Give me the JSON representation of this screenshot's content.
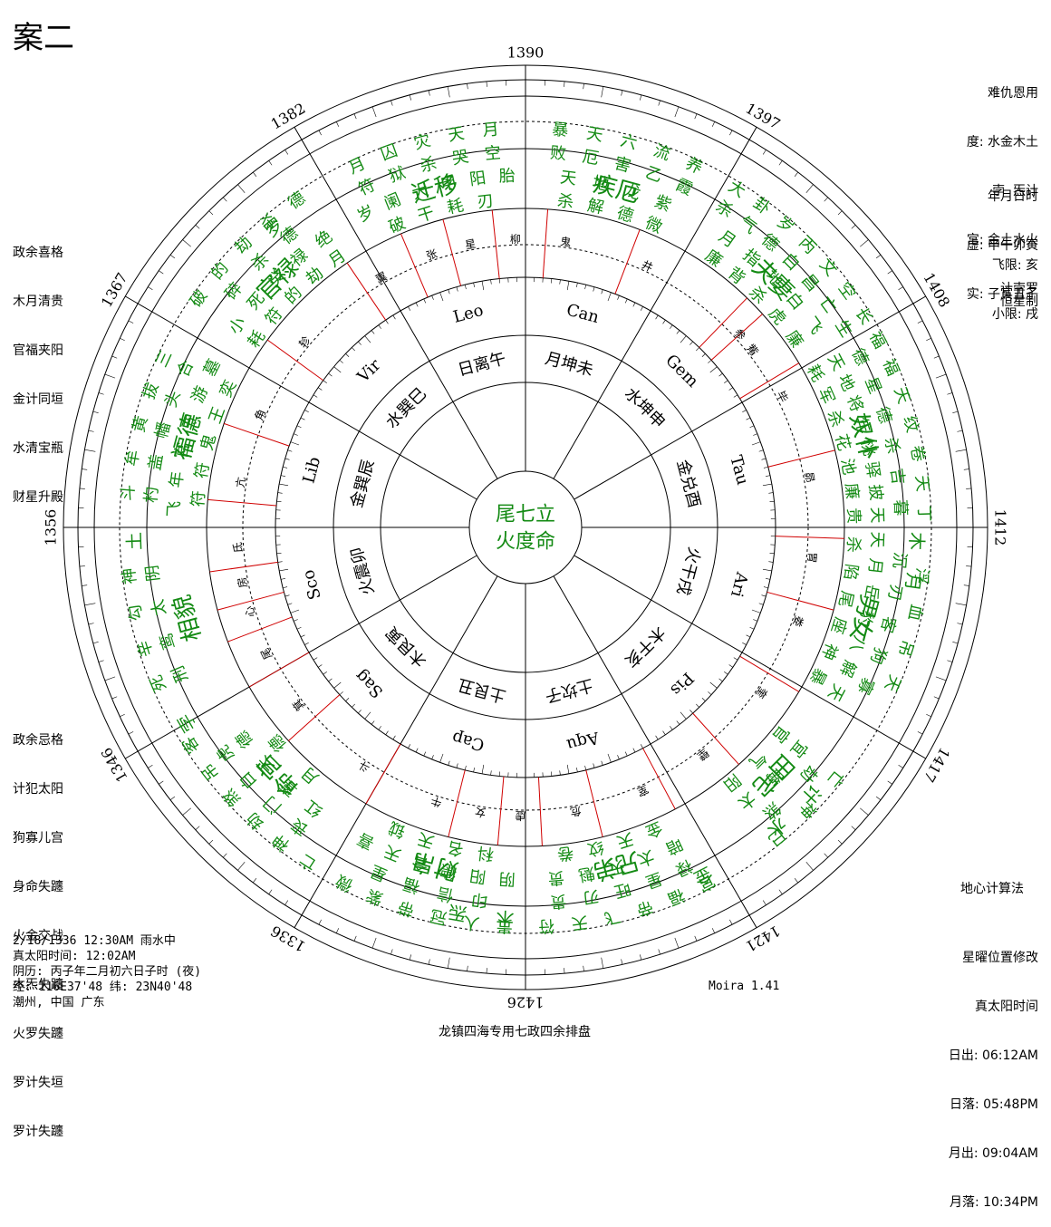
{
  "title": "案二",
  "top_right": [
    "难仇恩用",
    "度: 水金木土",
    "孛  炁计",
    "宫: 金土水火",
    "计孛罗"
  ],
  "right_mid": [
    "年月日时",
    "虚: 申午卯寅",
    "实: 子寅丑子"
  ],
  "flying": [
    "飞限: 亥",
    "小限: 戌"
  ],
  "system": "恒星制",
  "left_good": [
    "政余喜格",
    "木月清贵",
    "官福夹阳",
    "金计同垣",
    "水清宝瓶",
    "财星升殿"
  ],
  "left_bad": [
    "政余忌格",
    "计犯太阳",
    "狗寡儿宫",
    "身命失躔",
    "火金交战",
    "木炁失躔",
    "火罗失躔",
    "罗计失垣",
    "罗计失躔"
  ],
  "method": "地心计算法",
  "bottom_right": [
    "星曜位置修改",
    "真太阳时间",
    "日出: 06:12AM",
    "日落: 05:48PM",
    "月出: 09:04AM",
    "月落: 10:34PM"
  ],
  "bottom_left": [
    "2/18/1336 12:30AM 雨水中",
    "真太阳时间: 12:02AM",
    "阴历: 丙子年二月初六日子时 (夜)",
    "经: 116E37'48  纬: 23N40'48",
    "潮州, 中国 广东"
  ],
  "software": "Moira 1.41",
  "footer": "龙镇四海专用七政四余排盘",
  "colors": {
    "green": "#138a13",
    "black": "#000000",
    "red": "#d00000"
  },
  "chart": {
    "center": [
      "尾七立",
      "火度命"
    ],
    "years": [
      {
        "label": "1390",
        "angle": 0
      },
      {
        "label": "1397",
        "angle": 30
      },
      {
        "label": "1408",
        "angle": 60
      },
      {
        "label": "1412",
        "angle": 90
      },
      {
        "label": "1417",
        "angle": 120
      },
      {
        "label": "1421",
        "angle": 150
      },
      {
        "label": "1426",
        "angle": 180
      },
      {
        "label": "1336",
        "angle": 210
      },
      {
        "label": "1346",
        "angle": 240
      },
      {
        "label": "1356",
        "angle": 270
      },
      {
        "label": "1367",
        "angle": 300
      },
      {
        "label": "1382",
        "angle": 330
      }
    ],
    "palaces": [
      {
        "name": "疾厄",
        "sign": "Can",
        "branch": "月坤未",
        "angle": 15
      },
      {
        "name": "夫妻",
        "sign": "Gem",
        "branch": "水坤申",
        "angle": 45
      },
      {
        "name": "奴仆",
        "sign": "Tau",
        "branch": "金兑酉",
        "angle": 75
      },
      {
        "name": "男女",
        "sign": "Ari",
        "branch": "火干戌",
        "angle": 105
      },
      {
        "name": "田宅",
        "sign": "Pis",
        "branch": "木干亥",
        "angle": 135
      },
      {
        "name": "兄弟",
        "sign": "Aqu",
        "branch": "土坎子",
        "angle": 165
      },
      {
        "name": "财帛",
        "sign": "Cap",
        "branch": "土艮丑",
        "angle": 195
      },
      {
        "name": "命宫",
        "sign": "Sag",
        "branch": "木艮寅",
        "angle": 225
      },
      {
        "name": "相貌",
        "sign": "Sco",
        "branch": "火震卯",
        "angle": 255
      },
      {
        "name": "福德",
        "sign": "Lib",
        "branch": "金巽辰",
        "angle": 285
      },
      {
        "name": "官禄",
        "sign": "Vir",
        "branch": "水巽巳",
        "angle": 315
      },
      {
        "name": "迁移",
        "sign": "Leo",
        "branch": "日离午",
        "angle": 345
      }
    ],
    "mansions": [
      {
        "label": "鬼",
        "angle": 8
      },
      {
        "label": "井",
        "angle": 25
      },
      {
        "label": "参",
        "angle": 48
      },
      {
        "label": "觜",
        "angle": 52
      },
      {
        "label": "毕",
        "angle": 63
      },
      {
        "label": "昴",
        "angle": 80
      },
      {
        "label": "胃",
        "angle": 96
      },
      {
        "label": "娄",
        "angle": 109
      },
      {
        "label": "奎",
        "angle": 125
      },
      {
        "label": "壁",
        "angle": 142
      },
      {
        "label": "室",
        "angle": 156
      },
      {
        "label": "危",
        "angle": 170
      },
      {
        "label": "虚",
        "angle": 181
      },
      {
        "label": "女",
        "angle": 189
      },
      {
        "label": "牛",
        "angle": 198
      },
      {
        "label": "斗",
        "angle": 214
      },
      {
        "label": "箕",
        "angle": 232
      },
      {
        "label": "尾",
        "angle": 244
      },
      {
        "label": "心",
        "angle": 253
      },
      {
        "label": "房",
        "angle": 259
      },
      {
        "label": "氐",
        "angle": 266
      },
      {
        "label": "亢",
        "angle": 279
      },
      {
        "label": "角",
        "angle": 293
      },
      {
        "label": "轸",
        "angle": 310
      },
      {
        "label": "翼",
        "angle": 330
      },
      {
        "label": "张",
        "angle": 341
      },
      {
        "label": "星",
        "angle": 349
      },
      {
        "label": "柳",
        "angle": 358
      }
    ],
    "planets": [
      {
        "label": "罗",
        "angle": 320
      },
      {
        "label": "土",
        "angle": 268
      },
      {
        "label": "孛",
        "angle": 240
      },
      {
        "label": "木",
        "angle": 92
      },
      {
        "label": "月",
        "angle": 98
      },
      {
        "label": "计",
        "angle": 133
      },
      {
        "label": "水",
        "angle": 140
      },
      {
        "label": "金",
        "angle": 153
      },
      {
        "label": "木",
        "angle": 183
      },
      {
        "label": "炁",
        "angle": 190
      }
    ],
    "deity_blocks": [
      {
        "lines": [
          "暴天六流养",
          "败厄害乙霞"
        ],
        "angle": 15
      },
      {
        "lines": [
          "天地龙紫",
          "杀解德微"
        ],
        "angle": 15
      },
      {
        "lines": [
          "大卦岁丙文空长",
          "杀气德白昌亡生"
        ],
        "angle": 45
      },
      {
        "lines": [
          "月指地白飞",
          "廉背杀虎廉"
        ],
        "angle": 45
      },
      {
        "lines": [
          "福福天纹卷天丁",
          "德星德杀吉暮"
        ],
        "angle": 75
      },
      {
        "lines": [
          "天地将年桃驿披天",
          "耗军杀花池廉贵"
        ],
        "angle": 75
      },
      {
        "lines": [
          "浮血吊天",
          "沉刃客狗寡"
        ],
        "angle": 105
      },
      {
        "lines": [
          "天月岳豹八解天",
          "杀陷尾座神暴"
        ],
        "angle": 105
      },
      {
        "lines": [
          "亡神巳",
          "劫煞"
        ],
        "angle": 135
      },
      {
        "lines": [
          "宜晦太",
          "官气阳"
        ],
        "angle": 135
      },
      {
        "lines": [
          "官福帝飞天符",
          "禄星旺刃贵"
        ],
        "angle": 165
      },
      {
        "lines": [
          "暗太天魁贵",
          "金天纹卷"
        ],
        "angle": 165
      },
      {
        "lines": [
          "贵人冠带紫微",
          "印信福星"
        ],
        "angle": 195
      },
      {
        "lines": [
          "阴阳德合天喜",
          "科名天钺"
        ],
        "angle": 195
      },
      {
        "lines": [
          "亡神劫煞吊客",
          "丧门白虎"
        ],
        "angle": 225
      },
      {
        "lines": [
          "红鸾天德",
          "月德"
        ],
        "angle": 225
      },
      {
        "lines": [
          "死辛勾神",
          "刑鸾太阴"
        ],
        "angle": 255
      },
      {
        "lines": [
          "飞年官五游墓",
          "符符鬼王奕"
        ],
        "angle": 285
      },
      {
        "lines": [
          "斗牟黄拔三",
          "杓盖幡头合"
        ],
        "angle": 285
      },
      {
        "lines": [
          "小死癸禄绝",
          "耗符的劫月"
        ],
        "angle": 315
      },
      {
        "lines": [
          "破的劫杀德",
          "碎杀德"
        ],
        "angle": 315
      },
      {
        "lines": [
          "岁阑大甲阳胎",
          "破干耗刃"
        ],
        "angle": 345
      },
      {
        "lines": [
          "月囚灾天月",
          "符狱杀哭空"
        ],
        "angle": 345
      }
    ]
  }
}
